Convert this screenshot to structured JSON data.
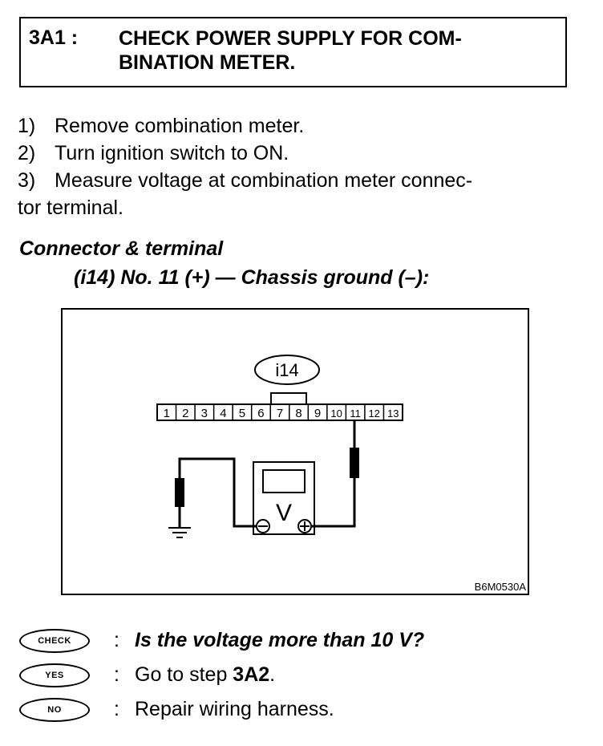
{
  "header": {
    "step_id": "3A1 :",
    "title_line1": "CHECK POWER SUPPLY FOR COM-",
    "title_line2": "BINATION METER."
  },
  "steps": [
    {
      "num": "1)",
      "text": "Remove combination meter."
    },
    {
      "num": "2)",
      "text": "Turn ignition switch to ON."
    },
    {
      "num": "3)",
      "text": "Measure voltage at combination meter connec-"
    },
    {
      "num": "",
      "text": "tor terminal."
    }
  ],
  "connector": {
    "heading": "Connector & terminal",
    "detail": "(i14) No. 11 (+) — Chassis ground (–):"
  },
  "figure": {
    "connector_label": "i14",
    "pins": [
      "1",
      "2",
      "3",
      "4",
      "5",
      "6",
      "7",
      "8",
      "9",
      "10",
      "11",
      "12",
      "13"
    ],
    "meter_symbol": "V",
    "code": "B6M0530A"
  },
  "answers": {
    "check_badge": "CHECK",
    "check_text": "Is the voltage more than 10 V?",
    "yes_badge": "YES",
    "yes_text": "Go to step ",
    "yes_step": "3A2",
    "yes_end": ".",
    "no_badge": "NO",
    "no_text": "Repair wiring harness.",
    "colon": ":"
  }
}
